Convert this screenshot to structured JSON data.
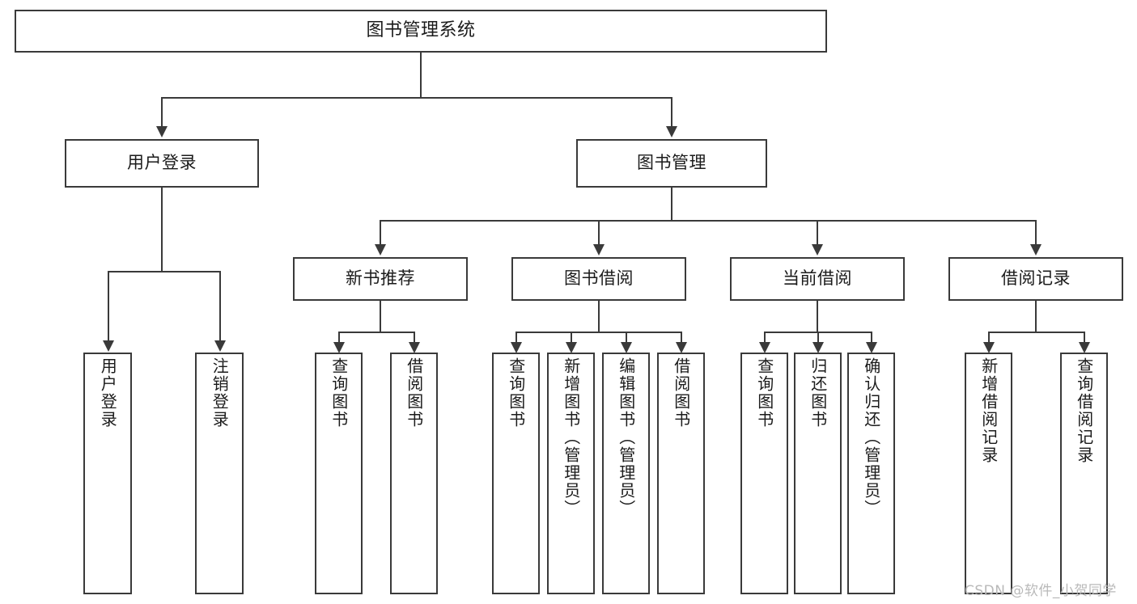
{
  "diagram": {
    "title": "图书管理系统",
    "type": "hierarchy-tree",
    "root": {
      "id": "root",
      "label": "图书管理系统"
    },
    "level2": [
      {
        "id": "user-login",
        "label": "用户登录"
      },
      {
        "id": "book-manage",
        "label": "图书管理"
      }
    ],
    "level3": [
      {
        "id": "new-book-recommend",
        "label": "新书推荐"
      },
      {
        "id": "book-borrow",
        "label": "图书借阅"
      },
      {
        "id": "current-borrow",
        "label": "当前借阅"
      },
      {
        "id": "borrow-record",
        "label": "借阅记录"
      }
    ],
    "leaves": {
      "user_login": [
        {
          "id": "leaf-user-login",
          "label": "用户登录"
        },
        {
          "id": "leaf-logout-login",
          "label": "注销登录"
        }
      ],
      "new_book_recommend": [
        {
          "id": "leaf-query-book-1",
          "label": "查询图书"
        },
        {
          "id": "leaf-borrow-book-1",
          "label": "借阅图书"
        }
      ],
      "book_borrow": [
        {
          "id": "leaf-query-book-2",
          "label": "查询图书"
        },
        {
          "id": "leaf-add-book",
          "label": "新增图书（管理员）"
        },
        {
          "id": "leaf-edit-book",
          "label": "编辑图书（管理员）"
        },
        {
          "id": "leaf-borrow-book-2",
          "label": "借阅图书"
        }
      ],
      "current_borrow": [
        {
          "id": "leaf-query-book-3",
          "label": "查询图书"
        },
        {
          "id": "leaf-return-book",
          "label": "归还图书"
        },
        {
          "id": "leaf-confirm-return",
          "label": "确认归还（管理员）"
        }
      ],
      "borrow_record": [
        {
          "id": "leaf-add-record",
          "label": "新增借阅记录"
        },
        {
          "id": "leaf-query-record",
          "label": "查询借阅记录"
        }
      ]
    }
  },
  "watermark": {
    "text": "CSDN @软件_小贺同学"
  },
  "colors": {
    "stroke": "#3a3a3a",
    "text": "#1b1b1b",
    "background": "#ffffff",
    "watermark": "#b9b9b9"
  }
}
